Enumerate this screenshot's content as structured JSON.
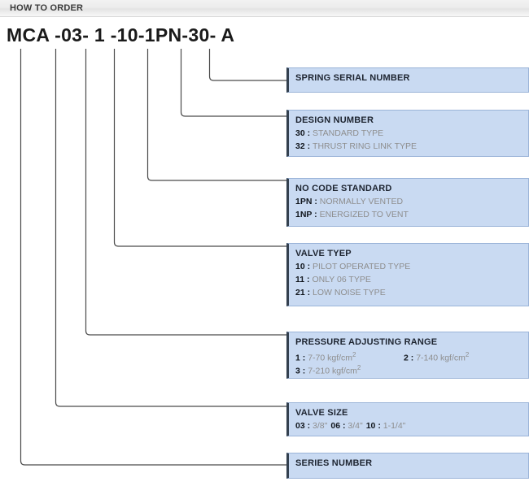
{
  "header": {
    "title": "HOW TO ORDER"
  },
  "order_code": "MCA -03- 1 -10-1PN-30- A",
  "colors": {
    "box_fill": "#c9daf2",
    "box_border": "#9bb4d8",
    "box_accent": "#33404f",
    "header_bg": "#ececec",
    "code_text": "#1a1a1a",
    "desc_text": "#8e8e8e"
  },
  "callouts": [
    {
      "id": "spring-serial-number",
      "title": "SPRING SERIAL NUMBER",
      "rows": []
    },
    {
      "id": "design-number",
      "title": "DESIGN NUMBER",
      "rows": [
        {
          "code": "30",
          "desc": "STANDARD TYPE"
        },
        {
          "code": "32",
          "desc": "THRUST RING LINK TYPE"
        }
      ]
    },
    {
      "id": "no-code-standard",
      "title": "NO CODE STANDARD",
      "rows": [
        {
          "code": "1PN",
          "desc": "NORMALLY VENTED"
        },
        {
          "code": "1NP",
          "desc": "ENERGIZED TO VENT"
        }
      ]
    },
    {
      "id": "valve-type",
      "title": "VALVE TYEP",
      "rows": [
        {
          "code": "10",
          "desc": "PILOT OPERATED TYPE"
        },
        {
          "code": "11",
          "desc": "ONLY 06 TYPE"
        },
        {
          "code": "21",
          "desc": "LOW NOISE TYPE"
        }
      ]
    },
    {
      "id": "pressure-adjusting-range",
      "title": "PRESSURE ADJUSTING RANGE",
      "rows": [
        {
          "code": "1",
          "desc": "7-70 kgf/cm",
          "sup": "2"
        },
        {
          "code": "2",
          "desc": "7-140 kgf/cm",
          "sup": "2"
        },
        {
          "code": "3",
          "desc": "7-210 kgf/cm",
          "sup": "2"
        }
      ]
    },
    {
      "id": "valve-size",
      "title": "VALVE SIZE",
      "rows": [
        {
          "code": "03",
          "desc": "3/8\""
        },
        {
          "code": "06",
          "desc": "3/4\""
        },
        {
          "code": "10",
          "desc": "1-1/4\""
        }
      ]
    },
    {
      "id": "series-number",
      "title": "SERIES NUMBER",
      "rows": []
    }
  ]
}
